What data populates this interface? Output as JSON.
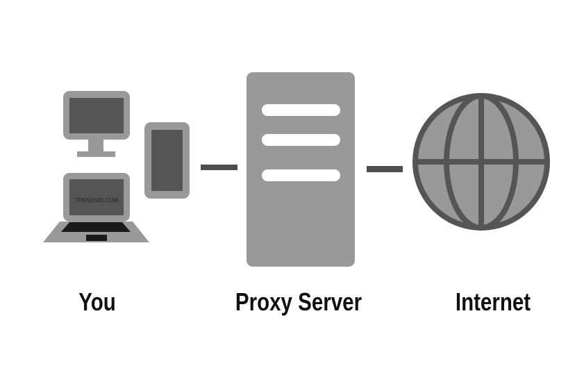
{
  "nodes": {
    "you": {
      "label": "You",
      "watermark": "TEKNOSID.COM"
    },
    "proxy": {
      "label": "Proxy Server"
    },
    "internet": {
      "label": "Internet"
    }
  },
  "colors": {
    "background": "#ffffff",
    "device_frame": "#999999",
    "device_screen": "#555555",
    "keyboard": "#1a1a1a",
    "server_body": "#999999",
    "server_slot": "#ffffff",
    "connector": "#4d4d4d",
    "globe_fill": "#999999",
    "globe_lines": "#555555",
    "label_text": "#111111"
  },
  "icons": {
    "you": [
      "desktop-monitor-icon",
      "smartphone-icon",
      "laptop-icon"
    ],
    "proxy": "server-icon",
    "internet": "globe-icon"
  }
}
